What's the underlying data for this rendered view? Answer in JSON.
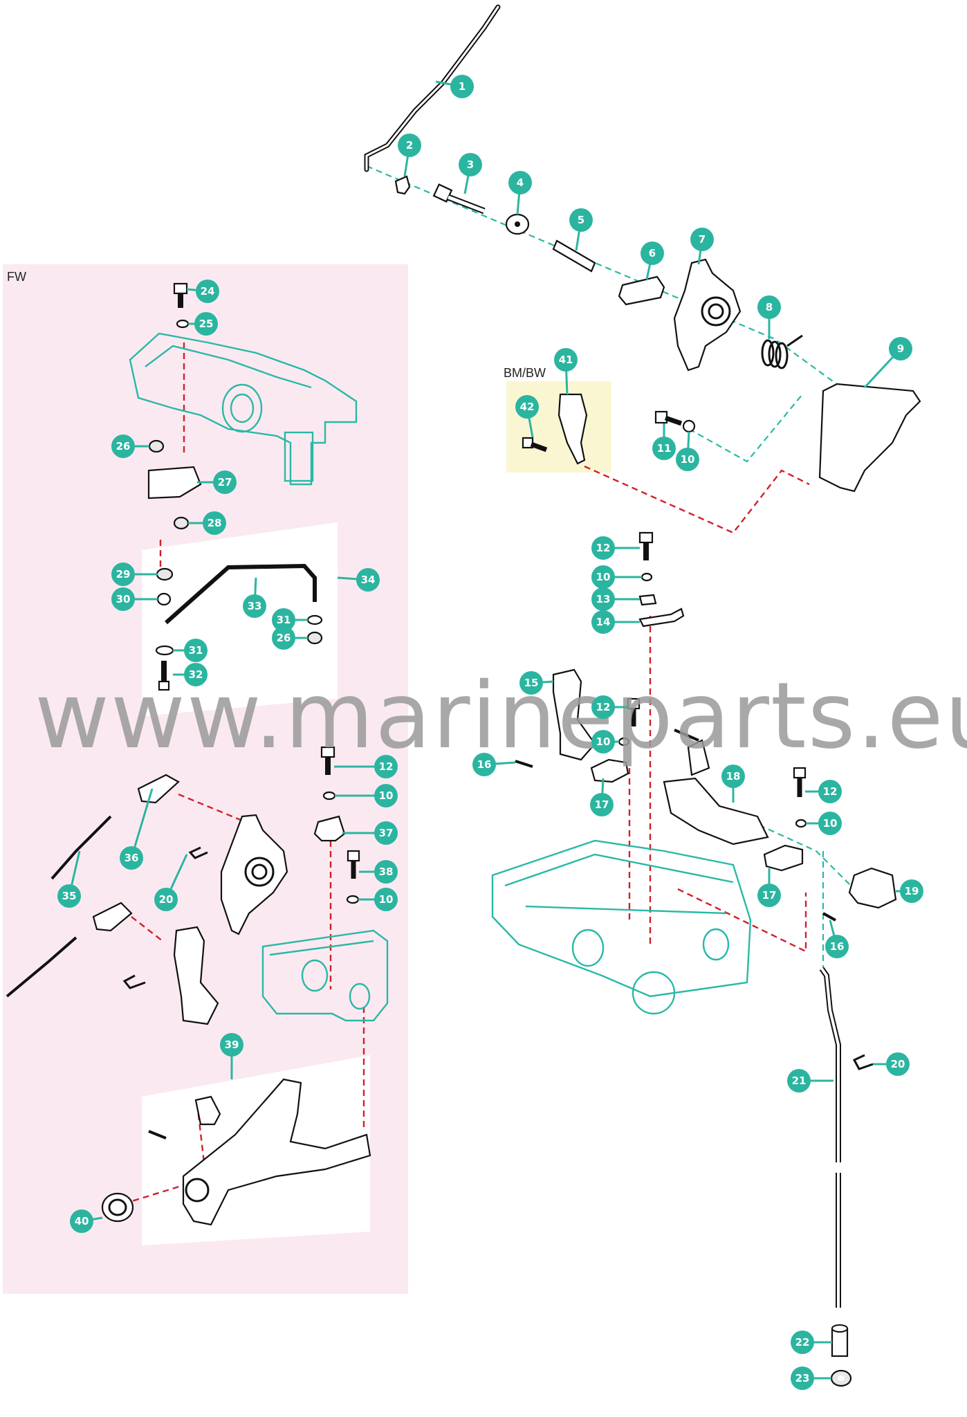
{
  "title": "",
  "colors": {
    "callout": "#2bb5a0",
    "engine_outline": "#28b9a5",
    "dash_red": "#d0202a",
    "fw_panel": "#fbe9f1",
    "bm_panel": "#fbf6d2",
    "watermark": "#9a9a9a"
  },
  "labels": {
    "fw": "FW",
    "bm_bw": "BM/BW"
  },
  "watermark": "www.marineparts.eu",
  "callouts": [
    {
      "id": "c1",
      "n": "1"
    },
    {
      "id": "c2",
      "n": "2"
    },
    {
      "id": "c3",
      "n": "3"
    },
    {
      "id": "c4",
      "n": "4"
    },
    {
      "id": "c5",
      "n": "5"
    },
    {
      "id": "c6",
      "n": "6"
    },
    {
      "id": "c7",
      "n": "7"
    },
    {
      "id": "c8",
      "n": "8"
    },
    {
      "id": "c9",
      "n": "9"
    },
    {
      "id": "c41",
      "n": "41"
    },
    {
      "id": "c42",
      "n": "42"
    },
    {
      "id": "c11",
      "n": "11"
    },
    {
      "id": "c10a",
      "n": "10"
    },
    {
      "id": "c24",
      "n": "24"
    },
    {
      "id": "c25",
      "n": "25"
    },
    {
      "id": "c26a",
      "n": "26"
    },
    {
      "id": "c27",
      "n": "27"
    },
    {
      "id": "c28",
      "n": "28"
    },
    {
      "id": "c29",
      "n": "29"
    },
    {
      "id": "c30",
      "n": "30"
    },
    {
      "id": "c34",
      "n": "34"
    },
    {
      "id": "c33",
      "n": "33"
    },
    {
      "id": "c31a",
      "n": "31"
    },
    {
      "id": "c26b",
      "n": "26"
    },
    {
      "id": "c31b",
      "n": "31"
    },
    {
      "id": "c32",
      "n": "32"
    },
    {
      "id": "c12a",
      "n": "12"
    },
    {
      "id": "c10b",
      "n": "10"
    },
    {
      "id": "c13",
      "n": "13"
    },
    {
      "id": "c14",
      "n": "14"
    },
    {
      "id": "c15",
      "n": "15"
    },
    {
      "id": "c12b",
      "n": "12"
    },
    {
      "id": "c10c",
      "n": "10"
    },
    {
      "id": "c16a",
      "n": "16"
    },
    {
      "id": "c17a",
      "n": "17"
    },
    {
      "id": "c18",
      "n": "18"
    },
    {
      "id": "c12c",
      "n": "12"
    },
    {
      "id": "c10d",
      "n": "10"
    },
    {
      "id": "c17b",
      "n": "17"
    },
    {
      "id": "c19",
      "n": "19"
    },
    {
      "id": "c16b",
      "n": "16"
    },
    {
      "id": "c12d",
      "n": "12"
    },
    {
      "id": "c10e",
      "n": "10"
    },
    {
      "id": "c37",
      "n": "37"
    },
    {
      "id": "c38",
      "n": "38"
    },
    {
      "id": "c10f",
      "n": "10"
    },
    {
      "id": "c36",
      "n": "36"
    },
    {
      "id": "c35",
      "n": "35"
    },
    {
      "id": "c20a",
      "n": "20"
    },
    {
      "id": "c39",
      "n": "39"
    },
    {
      "id": "c40",
      "n": "40"
    },
    {
      "id": "c20b",
      "n": "20"
    },
    {
      "id": "c21",
      "n": "21"
    },
    {
      "id": "c22",
      "n": "22"
    },
    {
      "id": "c23",
      "n": "23"
    }
  ]
}
